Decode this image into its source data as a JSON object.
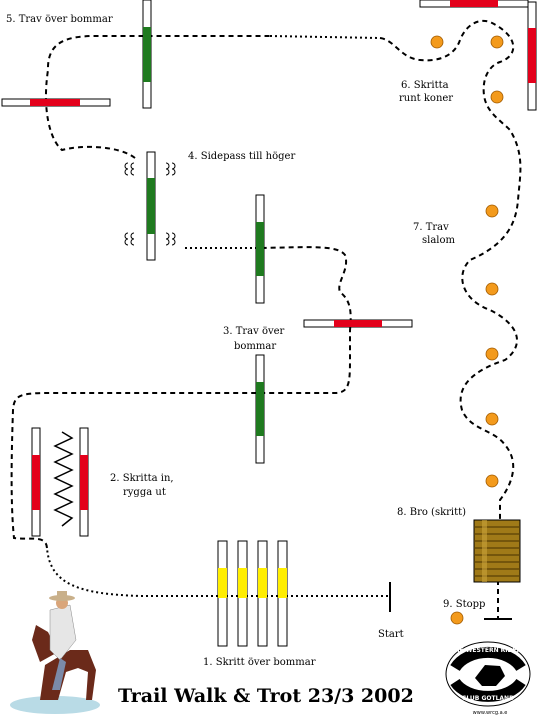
{
  "title": "Trail Walk & Trot 23/3 2002",
  "stations": {
    "s1": "1. Skritt över bommar",
    "s2_line1": "2. Skritta in,",
    "s2_line2": "rygga ut",
    "s3_line1": "3. Trav över",
    "s3_line2": "bommar",
    "s4": "4. Sidepass till höger",
    "s5": "5. Trav över bommar",
    "s6_line1": "6. Skritta",
    "s6_line2": "runt koner",
    "s7_line1": "7. Trav",
    "s7_line2": "slalom",
    "s8": "8. Bro (skritt)",
    "s9": "9. Stopp",
    "start": "Start"
  },
  "logo": {
    "top_text": "THE WESTERN RIDERS",
    "bottom_text": "CLUB GOTLAND",
    "url": "www.wrcg.a.e"
  },
  "colors": {
    "pole_red": "#e3001b",
    "pole_green": "#1f7a1f",
    "pole_yellow": "#ffee00",
    "cone": "#f39a1c",
    "bridge": "#a07a18"
  }
}
